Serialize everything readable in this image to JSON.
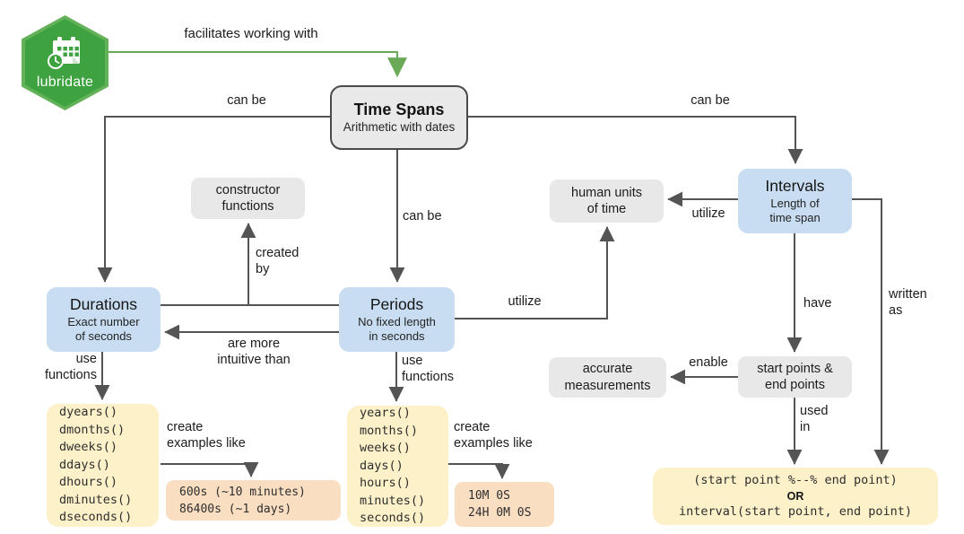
{
  "logo": {
    "label": "lubridate"
  },
  "colors": {
    "node_blue": "#c8ddf1",
    "node_gray": "#e8e8e8",
    "node_yellow": "#fdf1c9",
    "node_orange": "#f9dec2",
    "line": "#545454",
    "green_accent": "#6aaa57",
    "hex_green": "#3da23f"
  },
  "nodes": {
    "time_spans": {
      "title": "Time Spans",
      "subtitle": "Arithmetic with dates"
    },
    "constructor_functions": {
      "label": "constructor\nfunctions"
    },
    "durations": {
      "title": "Durations",
      "subtitle": "Exact number\nof seconds"
    },
    "periods": {
      "title": "Periods",
      "subtitle": "No fixed length\nin seconds"
    },
    "intervals": {
      "title": "Intervals",
      "subtitle": "Length of\ntime span"
    },
    "human_units": {
      "label": "human units\nof time"
    },
    "accurate_measurements": {
      "label": "accurate\nmeasurements"
    },
    "start_end_points": {
      "label": "start points &\nend points"
    }
  },
  "edges": {
    "facilitates": "facilitates working with",
    "can_be_left": "can be",
    "can_be_mid": "can be",
    "can_be_right": "can be",
    "created_by": "created\nby",
    "more_intuitive": "are more\nintuitive than",
    "use_functions_durations": "use\nfunctions",
    "use_functions_periods": "use\nfunctions",
    "utilize_periods": "utilize",
    "utilize_intervals": "utilize",
    "have": "have",
    "written_as": "written\nas",
    "enable": "enable",
    "used_in": "used\nin",
    "create_examples_durations": "create\nexamples like",
    "create_examples_periods": "create\nexamples like"
  },
  "code": {
    "duration_functions": [
      "dyears()",
      "dmonths()",
      "dweeks()",
      "ddays()",
      "dhours()",
      "dminutes()",
      "dseconds()"
    ],
    "period_functions": [
      "years()",
      "months()",
      "weeks()",
      "days()",
      "hours()",
      "minutes()",
      "seconds()"
    ],
    "duration_examples": [
      "600s (~10 minutes)",
      "86400s (~1 days)"
    ],
    "period_examples": [
      "10M 0S",
      "24H 0M 0S"
    ],
    "interval_line1": "(start point %--% end point)",
    "interval_or": "OR",
    "interval_line2": "interval(start point, end point)"
  }
}
